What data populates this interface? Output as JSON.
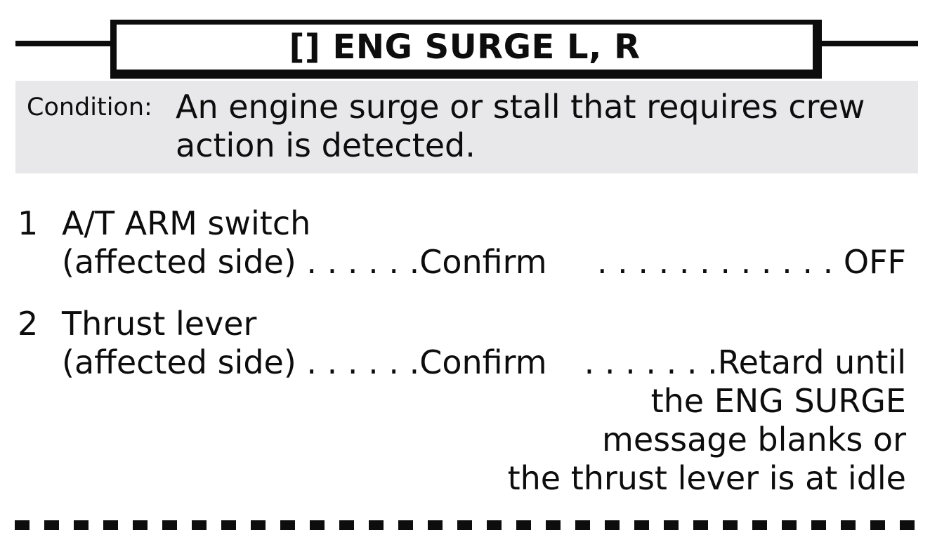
{
  "header": {
    "title": "[] ENG SURGE L, R"
  },
  "condition": {
    "label": "Condition:",
    "lines": [
      "An engine surge or stall that requires crew",
      "action is detected."
    ],
    "full_text": "An engine surge or stall that requires crew action is detected."
  },
  "steps": [
    {
      "number": "1",
      "item": "A/T ARM switch",
      "challenge": "(affected side) . . . . . .Confirm",
      "response": ". . . . . . . . . . . . OFF",
      "continuation_lines": []
    },
    {
      "number": "2",
      "item": "Thrust lever",
      "challenge": "(affected side) . . . . . .Confirm",
      "response": ". . . . . . .Retard until",
      "continuation_lines": [
        "the ENG SURGE",
        "message blanks or",
        "the thrust lever is at idle"
      ]
    }
  ],
  "colors": {
    "text": "#0d0d0d",
    "condition_background": "#e8e8ea",
    "rule": "#0d0d0d",
    "page_background": "#ffffff"
  }
}
